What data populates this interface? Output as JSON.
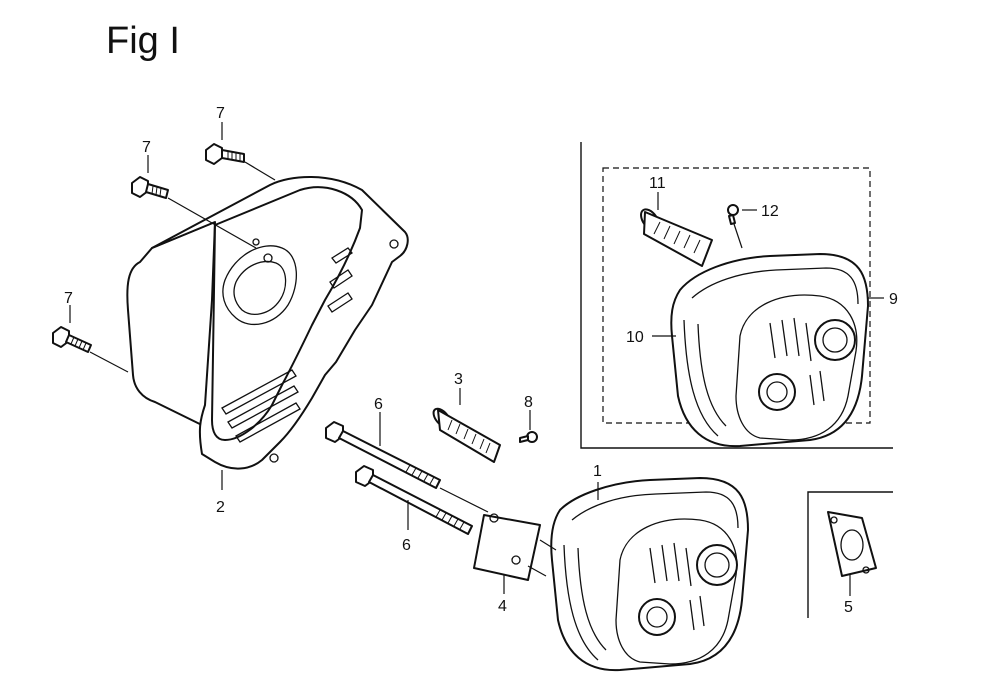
{
  "figure": {
    "title": "Fig I"
  },
  "callouts": {
    "c1": "1",
    "c2": "2",
    "c3": "3",
    "c4": "4",
    "c5": "5",
    "c6a": "6",
    "c6b": "6",
    "c7a": "7",
    "c7b": "7",
    "c7c": "7",
    "c8": "8",
    "c9": "9",
    "c10": "10",
    "c11": "11",
    "c12": "12"
  }
}
